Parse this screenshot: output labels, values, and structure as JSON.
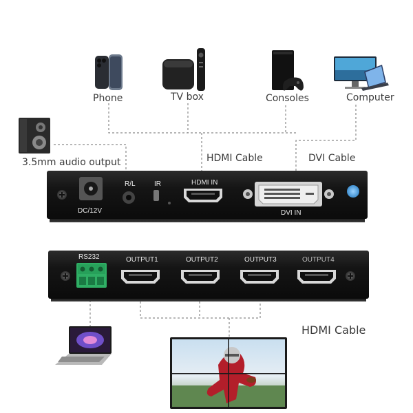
{
  "devices": {
    "phone": "Phone",
    "tv_box": "TV box",
    "consoles": "Consoles",
    "computer": "Computer",
    "audio": "3.5mm audio output"
  },
  "cables": {
    "hdmi_top": "HDMI Cable",
    "dvi": "DVI Cable",
    "hdmi_bottom": "HDMI Cable"
  },
  "front_panel": {
    "dc": "DC/12V",
    "rl": "R/L",
    "ir": "IR",
    "hdmi_in": "HDMI IN",
    "dvi_in": "DVI IN"
  },
  "back_panel": {
    "rs232": "RS232",
    "outputs": [
      "OUTPUT1",
      "OUTPUT2",
      "OUTPUT3",
      "OUTPUT4"
    ]
  },
  "colors": {
    "panel": "#111111",
    "terminal": "#2fae64",
    "label": "#3a3a3a",
    "line": "#8a8a8a"
  }
}
